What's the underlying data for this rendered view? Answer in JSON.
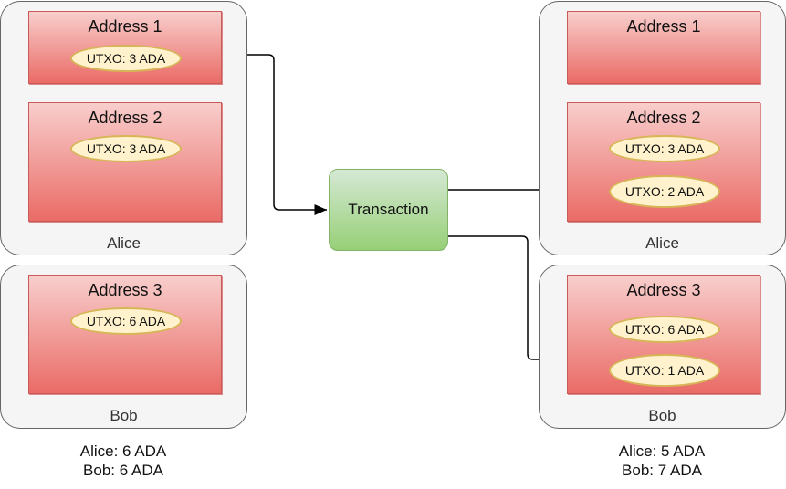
{
  "before": {
    "alice": {
      "label": "Alice",
      "addresses": [
        {
          "title": "Address 1",
          "utxos": [
            "UTXO: 3 ADA"
          ]
        },
        {
          "title": "Address 2",
          "utxos": [
            "UTXO: 3 ADA"
          ]
        }
      ]
    },
    "bob": {
      "label": "Bob",
      "addresses": [
        {
          "title": "Address 3",
          "utxos": [
            "UTXO: 6 ADA"
          ]
        }
      ]
    },
    "summary": [
      "Alice: 6 ADA",
      "Bob: 6 ADA"
    ]
  },
  "transaction": {
    "label": "Transaction"
  },
  "after": {
    "alice": {
      "label": "Alice",
      "addresses": [
        {
          "title": "Address 1",
          "utxos": []
        },
        {
          "title": "Address 2",
          "utxos": [
            "UTXO: 3 ADA",
            "UTXO: 2 ADA"
          ]
        }
      ]
    },
    "bob": {
      "label": "Bob",
      "addresses": [
        {
          "title": "Address 3",
          "utxos": [
            "UTXO: 6 ADA",
            "UTXO: 1 ADA"
          ]
        }
      ]
    },
    "summary": [
      "Alice: 5 ADA",
      "Bob: 7 ADA"
    ]
  },
  "colors": {
    "address_fill_top": "#f8cecc",
    "address_fill_bottom": "#ea6b66",
    "utxo_fill": "#fff2cc",
    "utxo_border": "#d6b656",
    "transaction_fill_top": "#d5e8d4",
    "transaction_fill_bottom": "#97d077",
    "group_fill": "#f5f5f5"
  }
}
